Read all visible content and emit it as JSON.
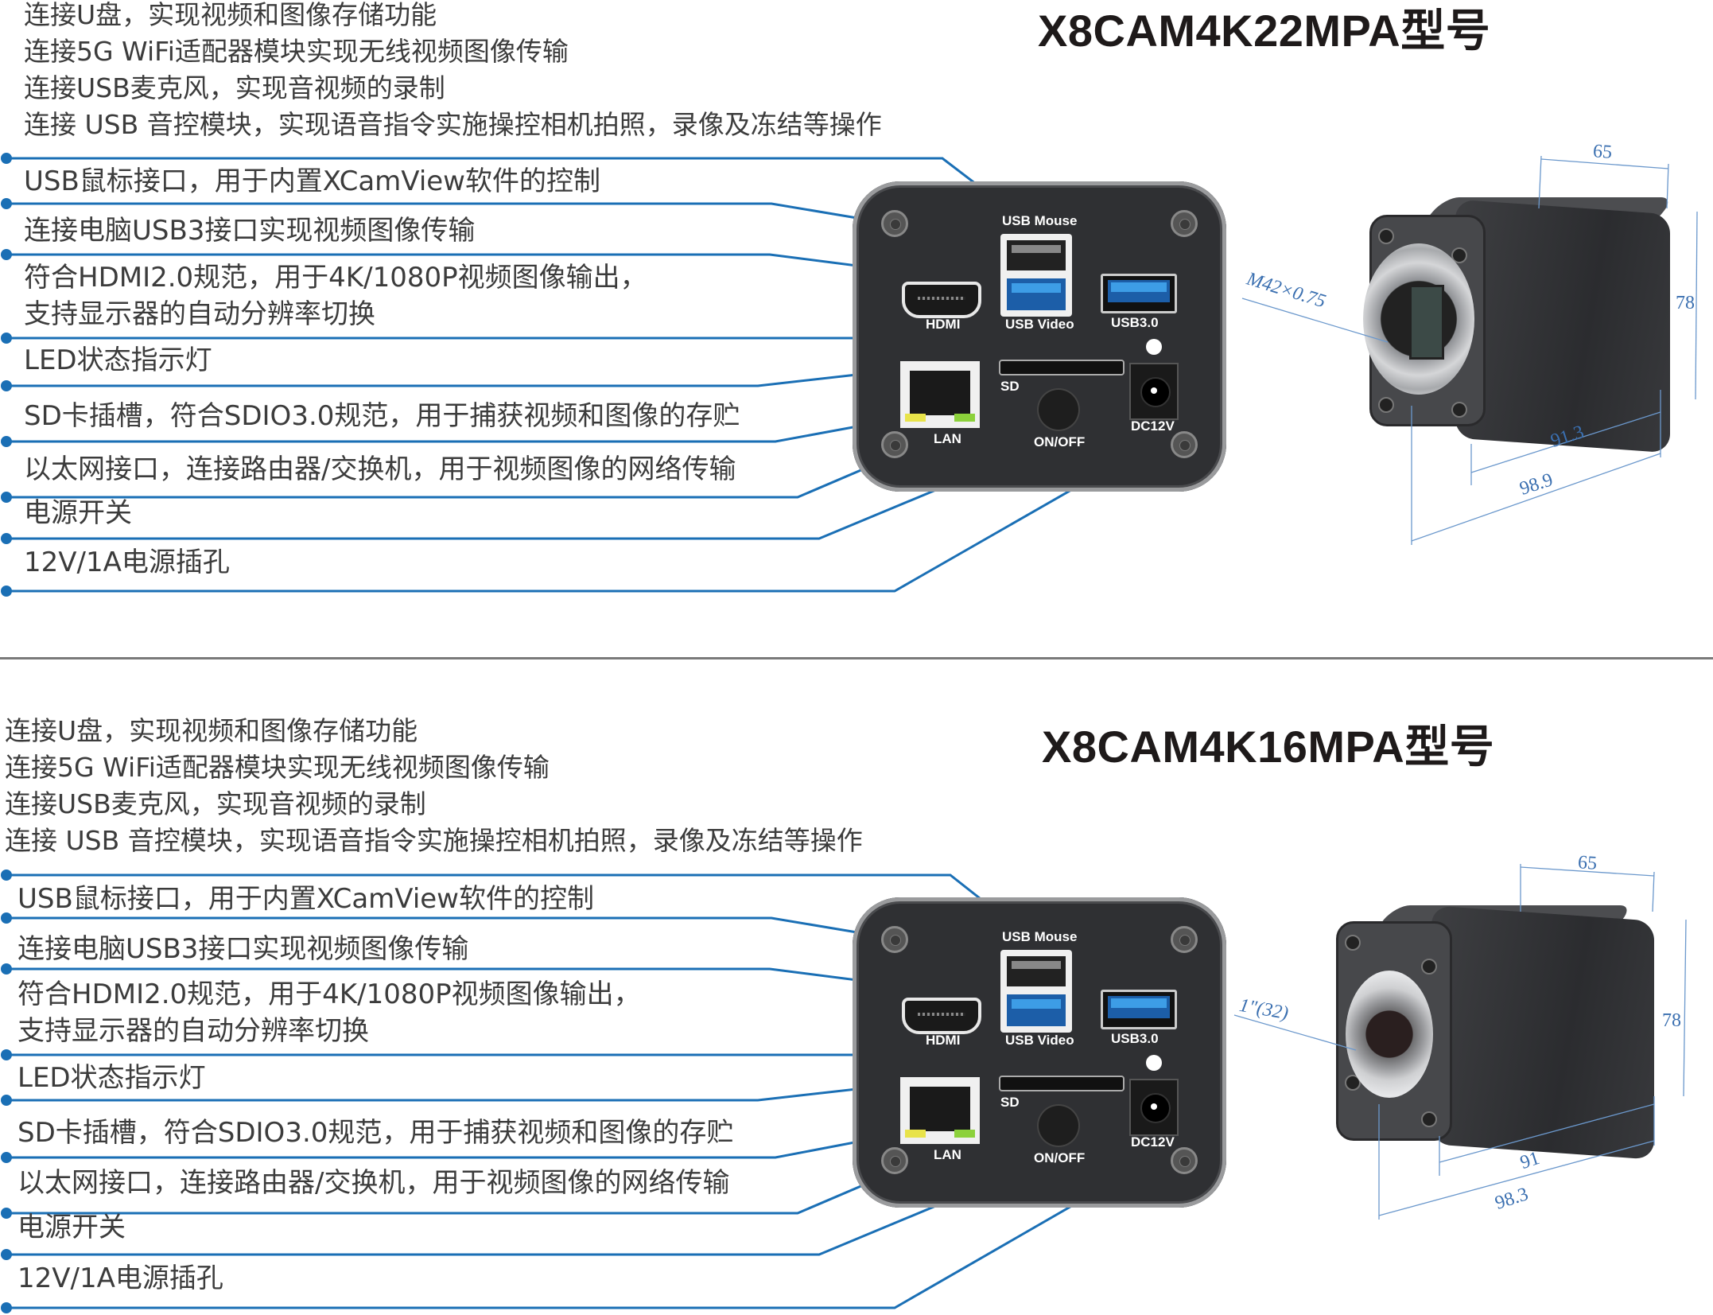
{
  "sections": [
    {
      "model_title": "X8CAM4K22MPA型号",
      "intro_lines": [
        "连接U盘，实现视频和图像存储功能",
        "连接5G WiFi适配器模块实现无线视频图像传输",
        "连接USB麦克风，实现音视频的录制",
        "连接 USB 音控模块，实现语音指令实施操控相机拍照，录像及冻结等操作"
      ],
      "callouts": [
        "USB鼠标接口，用于内置XCamView软件的控制",
        "连接电脑USB3接口实现视频图像传输",
        "符合HDMI2.0规范，用于4K/1080P视频图像输出，",
        "支持显示器的自动分辨率切换",
        "LED状态指示灯",
        "SD卡插槽，符合SDIO3.0规范，用于捕获视频和图像的存贮",
        "以太网接口，连接路由器/交换机，用于视频图像的网络传输",
        "电源开关",
        "12V/1A电源插孔"
      ],
      "panel_labels": {
        "usb_mouse": "USB Mouse",
        "hdmi": "HDMI",
        "usb_video": "USB Video",
        "usb3": "USB3.0",
        "sd": "SD",
        "lan": "LAN",
        "onoff": "ON/OFF",
        "dc12v": "DC12V"
      },
      "dimensions": {
        "width": "65",
        "height": "78",
        "body_length": "91.3",
        "total_length": "98.9",
        "mount": "M42×0.75"
      }
    },
    {
      "model_title": "X8CAM4K16MPA型号",
      "intro_lines": [
        "连接U盘，实现视频和图像存储功能",
        "连接5G WiFi适配器模块实现无线视频图像传输",
        "连接USB麦克风，实现音视频的录制",
        "连接 USB 音控模块，实现语音指令实施操控相机拍照，录像及冻结等操作"
      ],
      "callouts": [
        "USB鼠标接口，用于内置XCamView软件的控制",
        "连接电脑USB3接口实现视频图像传输",
        "符合HDMI2.0规范，用于4K/1080P视频图像输出，",
        "支持显示器的自动分辨率切换",
        "LED状态指示灯",
        "SD卡插槽，符合SDIO3.0规范，用于捕获视频和图像的存贮",
        "以太网接口，连接路由器/交换机，用于视频图像的网络传输",
        "电源开关",
        "12V/1A电源插孔"
      ],
      "panel_labels": {
        "usb_mouse": "USB Mouse",
        "hdmi": "HDMI",
        "usb_video": "USB Video",
        "usb3": "USB3.0",
        "sd": "SD",
        "lan": "LAN",
        "onoff": "ON/OFF",
        "dc12v": "DC12V"
      },
      "dimensions": {
        "width": "65",
        "height": "78",
        "body_length": "91",
        "total_length": "98.3",
        "mount": "1\"(32)"
      }
    }
  ],
  "colors": {
    "callout_line": "#1a6fb5",
    "dimension_text": "#3a6fb0",
    "title": "#1e1a1a",
    "body_text": "#3c3c3c",
    "divider": "#7a7a7a"
  }
}
